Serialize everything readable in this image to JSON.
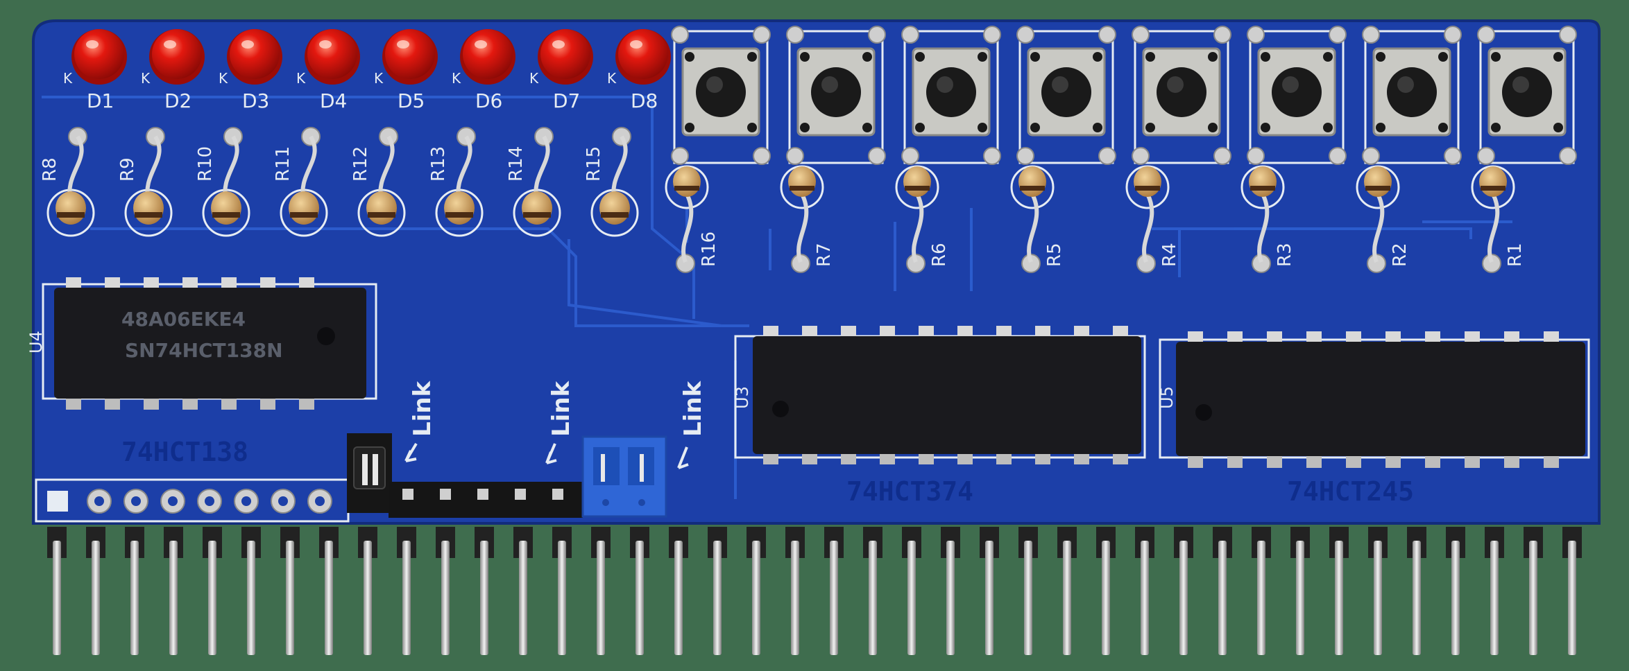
{
  "colors": {
    "background": "#3f6d4e",
    "pcb": "#1c3fa8",
    "pcb_dark": "#132f86",
    "trace": "#2a58c8",
    "silkscreen": "#e6ecf3",
    "led": "#e3180f",
    "chip": "#1a1a1e",
    "jumper": "#2f66d6"
  },
  "leds": [
    {
      "label": "D1"
    },
    {
      "label": "D2"
    },
    {
      "label": "D3"
    },
    {
      "label": "D4"
    },
    {
      "label": "D5"
    },
    {
      "label": "D6"
    },
    {
      "label": "D7"
    },
    {
      "label": "D8"
    }
  ],
  "led_cathode_mark": "K",
  "left_resistors": [
    {
      "label": "R8"
    },
    {
      "label": "R9"
    },
    {
      "label": "R10"
    },
    {
      "label": "R11"
    },
    {
      "label": "R12"
    },
    {
      "label": "R13"
    },
    {
      "label": "R14"
    },
    {
      "label": "R15"
    }
  ],
  "right_resistors": [
    {
      "label": "R16"
    },
    {
      "label": "R7"
    },
    {
      "label": "R6"
    },
    {
      "label": "R5"
    },
    {
      "label": "R4"
    },
    {
      "label": "R3"
    },
    {
      "label": "R2"
    },
    {
      "label": "R1"
    }
  ],
  "buttons_count": 8,
  "chips": [
    {
      "ref": "U4",
      "part": "74HCT138",
      "marking_line1": "48A06EKE4",
      "marking_line2": "SN74HCT138N"
    },
    {
      "ref": "U3",
      "part": "74HCT374"
    },
    {
      "ref": "U5",
      "part": "74HCT245"
    }
  ],
  "link_labels": [
    "Link",
    "Link",
    "Link"
  ],
  "header_pins_count": 40
}
